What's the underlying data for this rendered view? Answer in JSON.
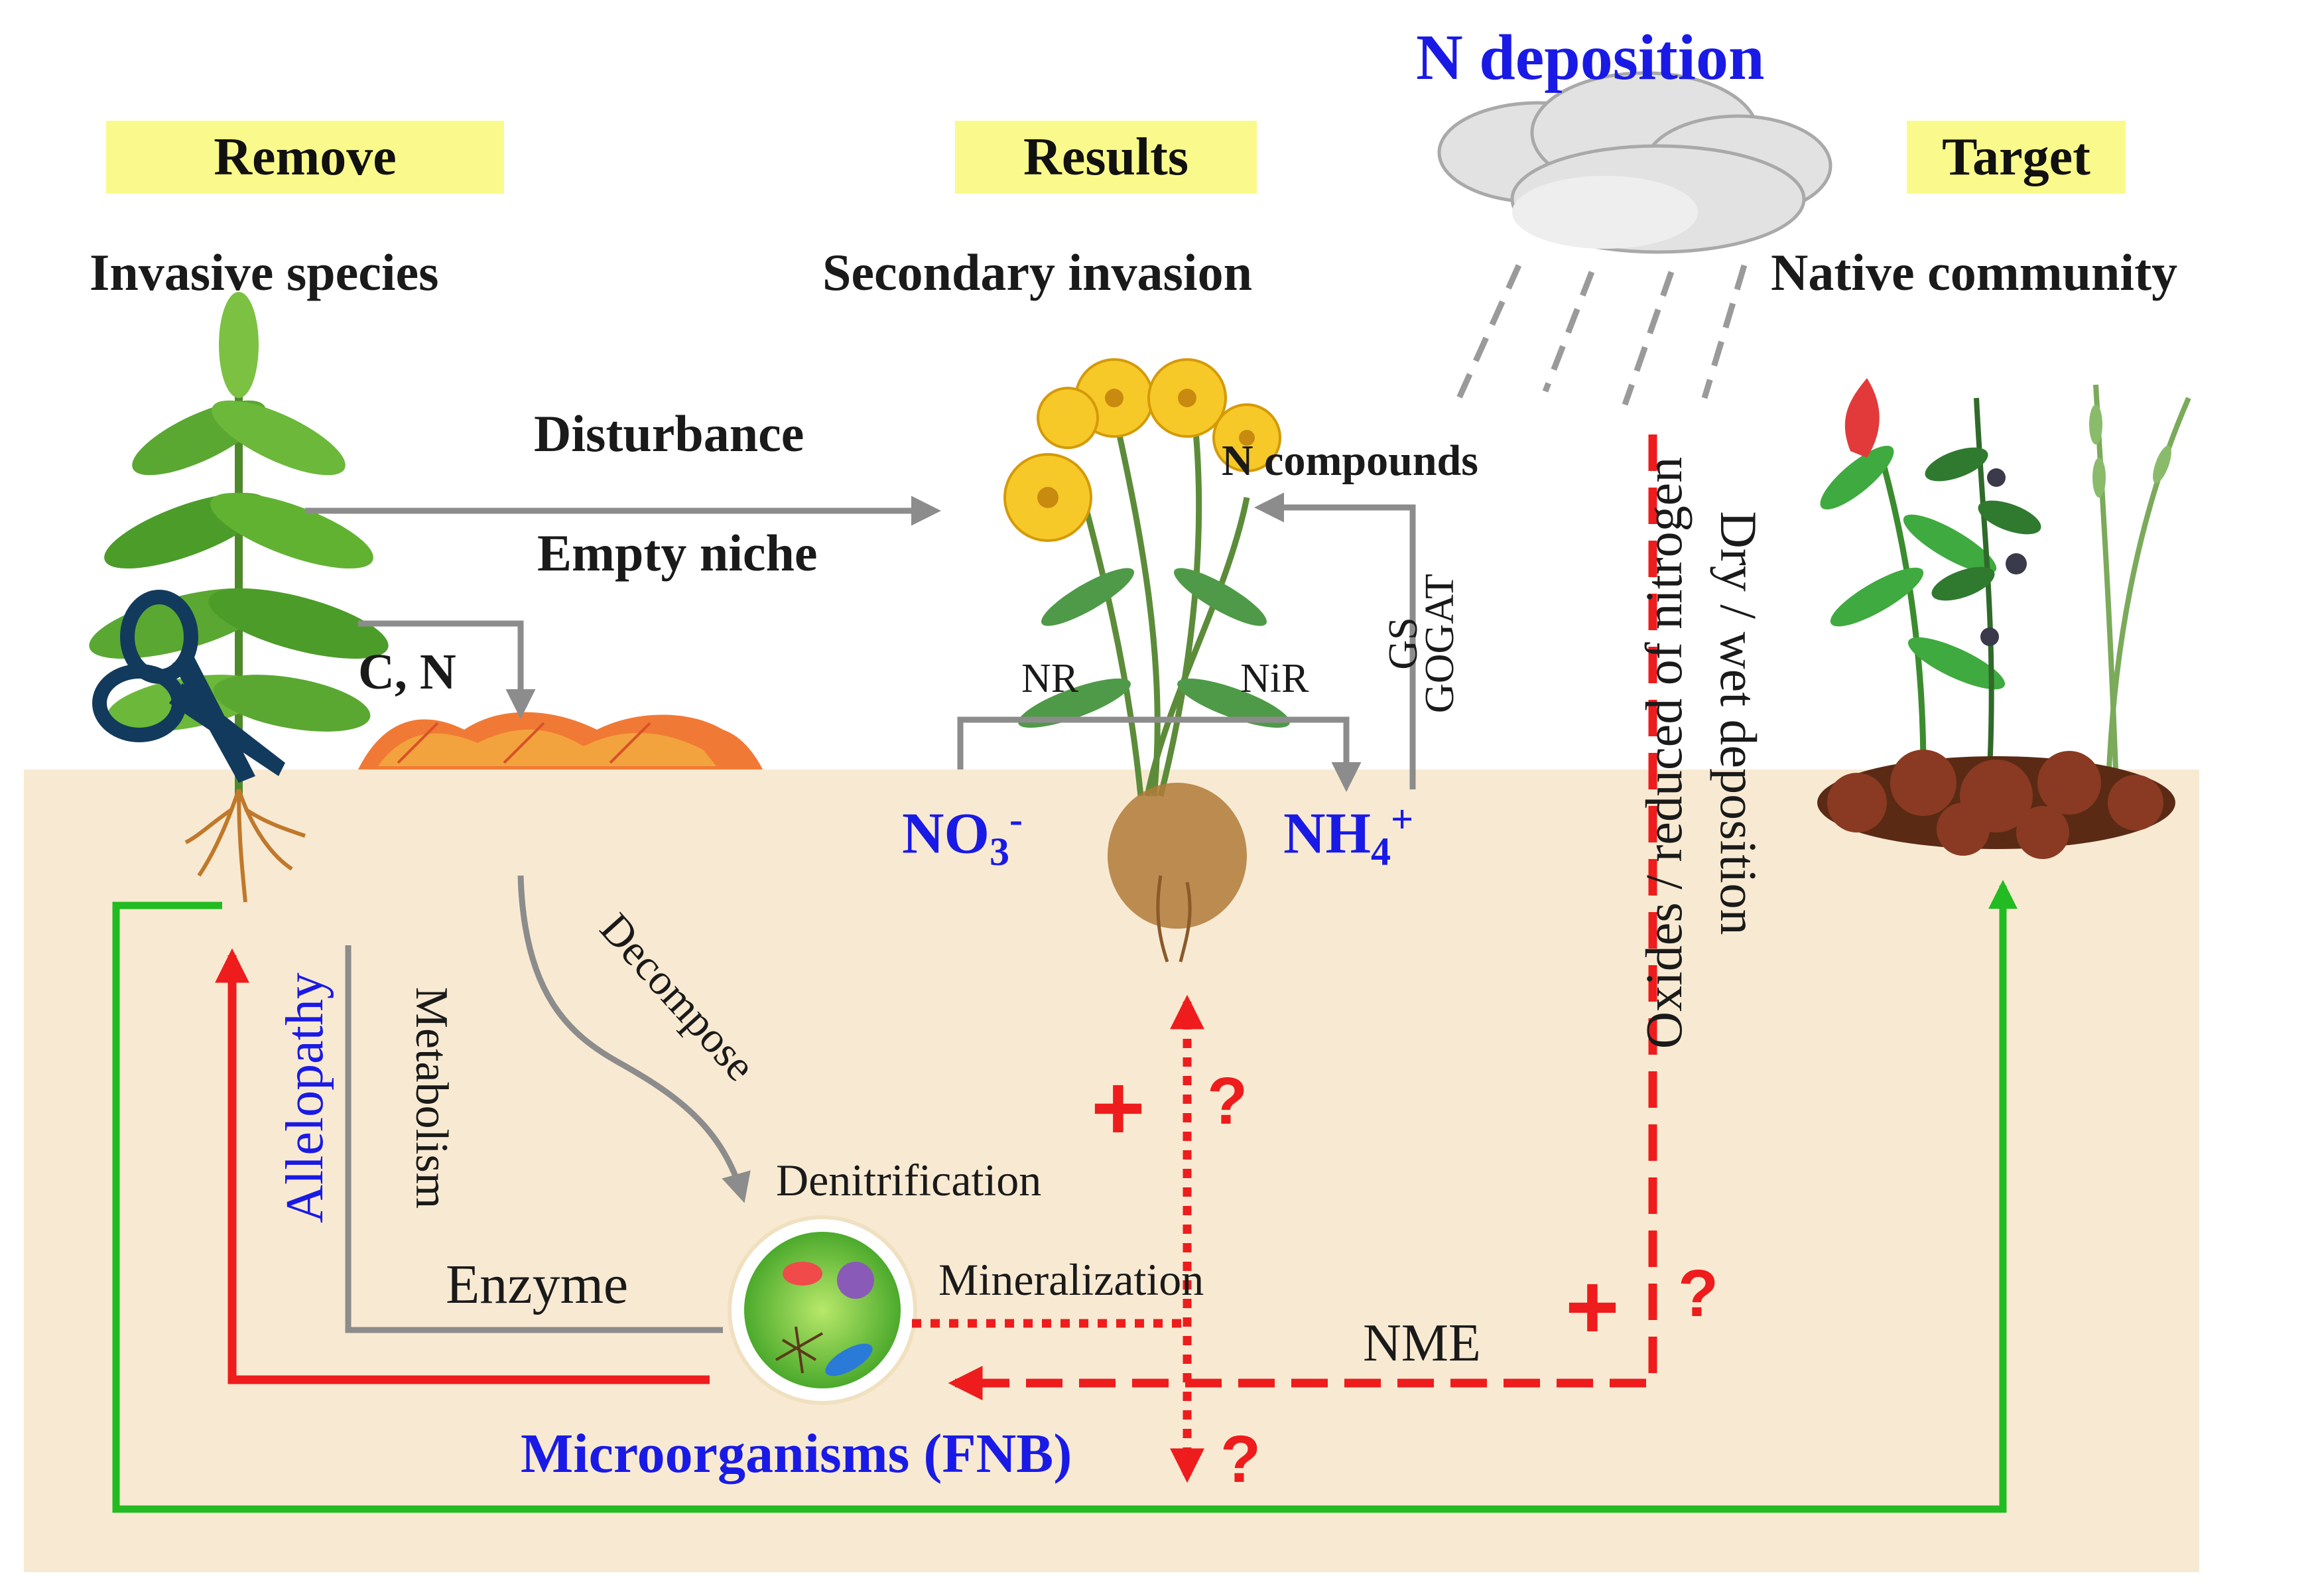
{
  "headers": {
    "remove": "Remove",
    "results": "Results",
    "target": "Target"
  },
  "titles": {
    "invasive": "Invasive species",
    "secondary": "Secondary invasion",
    "native": "Native community",
    "n_deposition": "N deposition"
  },
  "process": {
    "disturbance": "Disturbance",
    "empty_niche": "Empty niche",
    "cn": "C, N",
    "n_compounds": "N compounds",
    "nr": "NR",
    "nir": "NiR",
    "gs": "GS",
    "gogat": "GOGAT",
    "no3": "NO",
    "no3_sub": "3",
    "no3_sup": "-",
    "nh4": "NH",
    "nh4_sub": "4",
    "nh4_sup": "+",
    "oxides": "Oxides / reduced  of nitrogen",
    "drywet": "Dry / wet deposition",
    "decompose": "Decompose",
    "denitrification": "Denitrification",
    "mineralization": "Mineralization",
    "enzyme": "Enzyme",
    "metabolism": "Metabolism",
    "allelopathy": "Allelopathy",
    "nme": "NME",
    "microorganisms": "Microorganisms (FNB)"
  },
  "signs": {
    "plus": "+",
    "question": "?"
  },
  "colors": {
    "soil": "#f8ead2",
    "grey_arrow": "#8c8c8c",
    "red_arrow": "#ee1c1c",
    "green_arrow": "#22bb22",
    "blue_text": "#1a1ae6",
    "highlight": "#fafa8c"
  },
  "icons": [
    "scissors-icon",
    "cloud-icon",
    "microbe-icon",
    "plant-icons",
    "leaf-litter-icon"
  ]
}
